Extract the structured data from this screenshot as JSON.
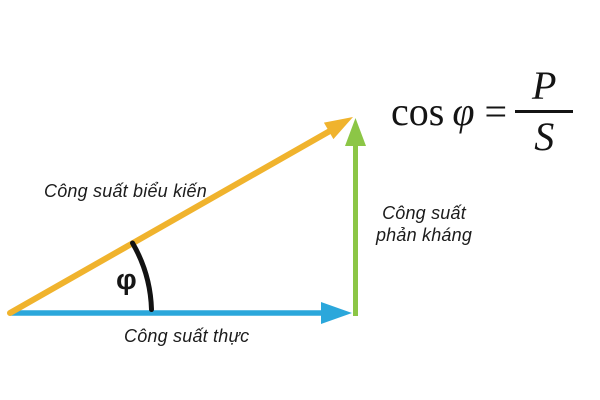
{
  "diagram_type": "power-triangle",
  "colors": {
    "apparent": "#F0B32D",
    "real": "#2BA7DB",
    "reactive": "#8CC646",
    "arc": "#121212",
    "text": "#1C1C1C"
  },
  "labels": {
    "apparent": "Công suất biểu kiến",
    "reactive": [
      "Công suất",
      "phản kháng"
    ],
    "real": "Công suất thực",
    "angle": "φ"
  },
  "formula": {
    "cos": "cos",
    "phi": "φ",
    "equals": "=",
    "numerator": "P",
    "denominator": "S"
  }
}
